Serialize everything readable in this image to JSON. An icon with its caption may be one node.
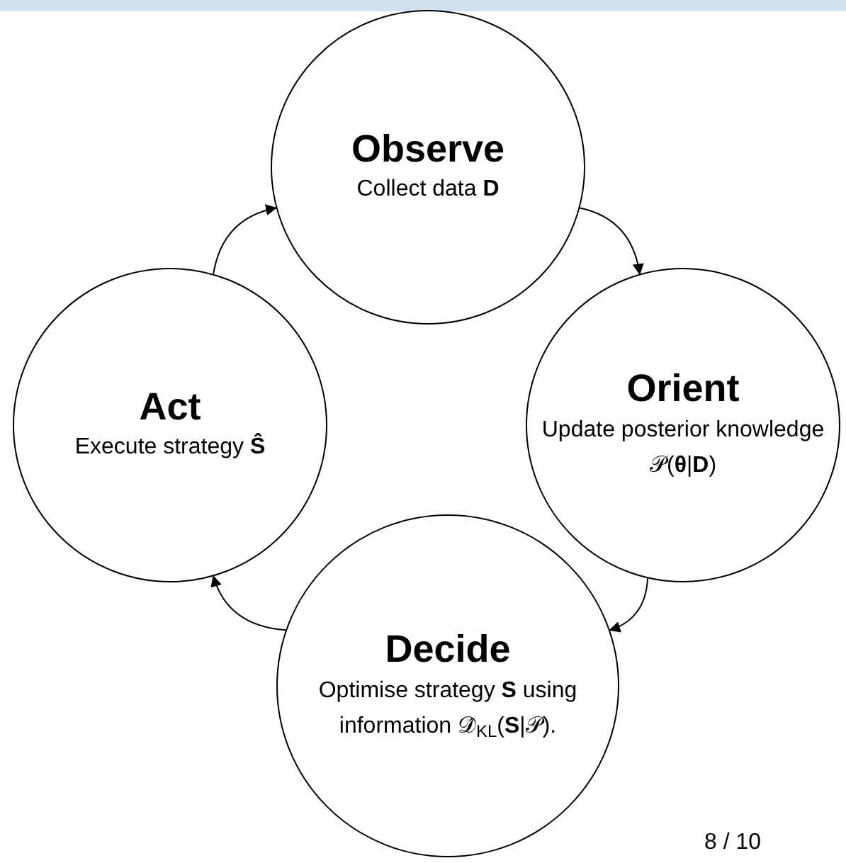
{
  "diagram": {
    "nodes": [
      {
        "text": [
          "Observe",
          "Collect data **D**"
        ]
      },
      {
        "text": [
          "Orient",
          "Update posterior knowledge 𝒫(**θ**|**D**)"
        ]
      },
      {
        "text": [
          "Decide",
          "Optimise strategy **S** using information 𝒟̂$_{KL}$(**S**|𝒫)."
        ]
      },
      {
        "text": [
          "Act",
          "Execute strategy **Ŝ**"
        ]
      }
    ],
    "edges": [
      {
        "from": 3,
        "to": 0,
        "arrow": "to"
      },
      {
        "from": 0,
        "to": 1,
        "arrow": "to"
      },
      {
        "from": 1,
        "to": 2,
        "arrow": "to"
      },
      {
        "from": 2,
        "to": 3,
        "arrow": "to"
      }
    ],
    "labels": [
      "8 / 10"
    ]
  }
}
